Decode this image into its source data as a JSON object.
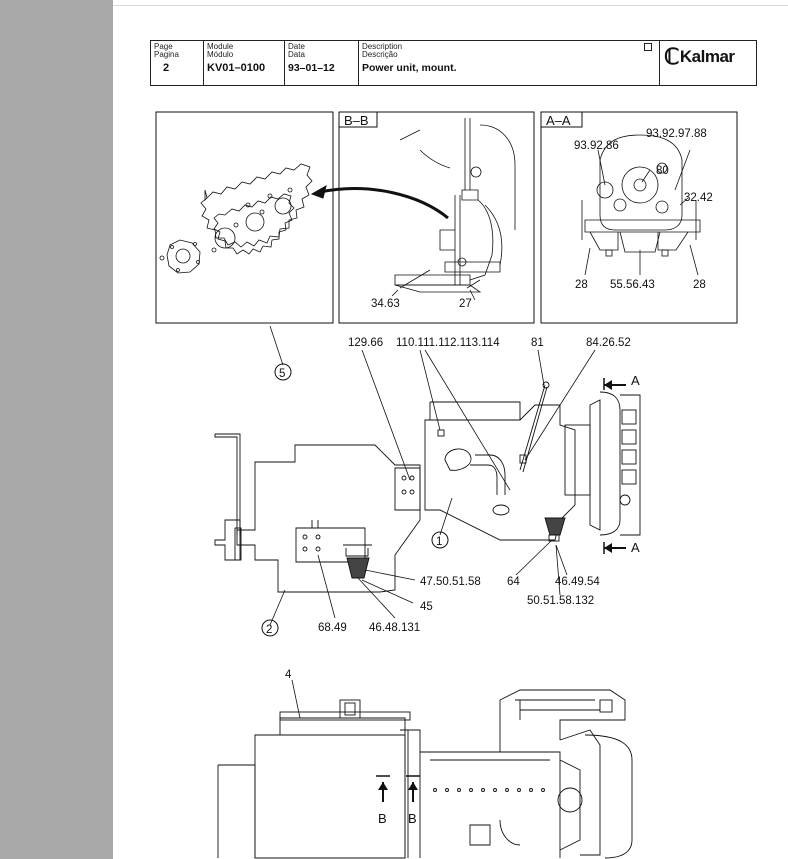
{
  "header": {
    "page_label": "Page",
    "page_label_alt": "Pagina",
    "page_value": "2",
    "module_label": "Module",
    "module_label_alt": "Módulo",
    "module_value": "KV01–0100",
    "date_label": "Date",
    "date_label_alt": "Data",
    "date_value": "93–01–12",
    "desc_label": "Description",
    "desc_label_alt": "Descrição",
    "desc_value": "Power unit, mount.",
    "logo_text": "Kalmar"
  },
  "views": {
    "bb_label": "B–B",
    "aa_label": "A–A"
  },
  "callouts": {
    "bb_34_63": "34.63",
    "bb_27": "27",
    "aa_93_92_86": "93.92.86",
    "aa_93_92_97_88": "93.92.97.88",
    "aa_80": "80",
    "aa_32_42": "32.42",
    "aa_28_left": "28",
    "aa_55_56_43": "55.56.43",
    "aa_28_right": "28",
    "c_5": "5",
    "c_129_66": "129.66",
    "c_110_114": "110.111.112.113.114",
    "c_81": "81",
    "c_84_26_52": "84.26.52",
    "c_A_top": "A",
    "c_A_bottom": "A",
    "c_1": "1",
    "c_64": "64",
    "c_46_49_54": "46.49.54",
    "c_50_51_58_132": "50.51.58.132",
    "c_47_50_51_58": "47.50.51.58",
    "c_45": "45",
    "c_2": "2",
    "c_68_49": "68.49",
    "c_46_48_131": "46.48.131",
    "c_4": "4",
    "c_B_left": "B",
    "c_B_right": "B"
  }
}
